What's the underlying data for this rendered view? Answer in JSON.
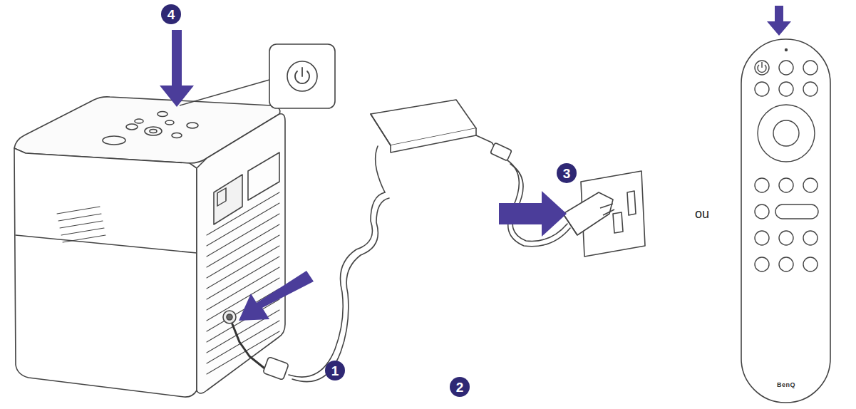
{
  "diagram": {
    "labels": [
      "4",
      "3",
      "1",
      "2",
      "ou",
      "BenQ"
    ]
  }
}
